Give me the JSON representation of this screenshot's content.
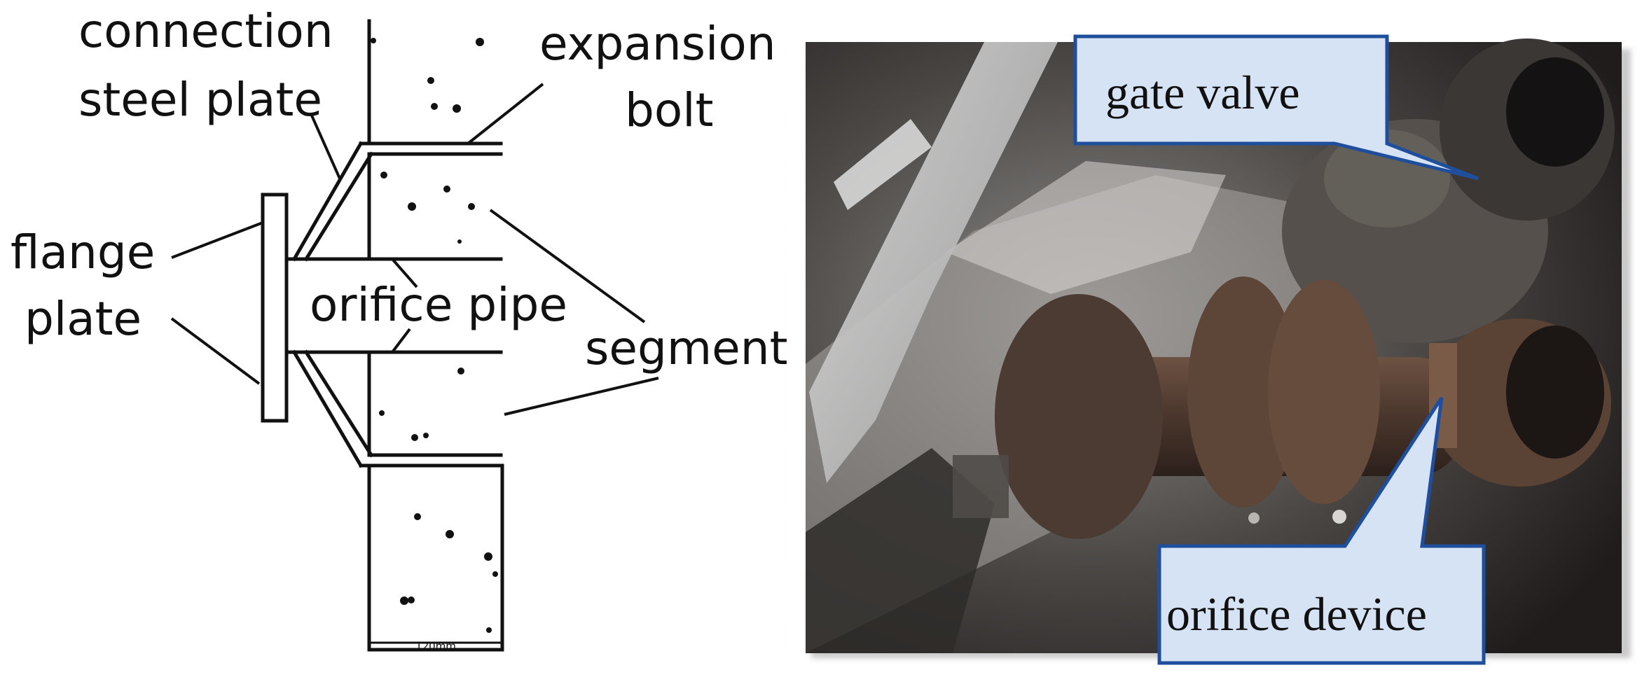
{
  "diagram": {
    "labels": {
      "connection_line1": "connection",
      "connection_line2": "steel plate",
      "expansion_line1": "expansion",
      "expansion_line2": "bolt",
      "flange_line1": "flange",
      "flange_line2": "plate",
      "orifice_pipe": "orifice pipe",
      "segment": "segment",
      "dimension": "120mm"
    }
  },
  "photo": {
    "callouts": {
      "gate_valve": "gate valve",
      "orifice_device": "orifice device"
    },
    "callout_fill": "#d6e3f5",
    "callout_stroke": "#1f4e9c"
  }
}
